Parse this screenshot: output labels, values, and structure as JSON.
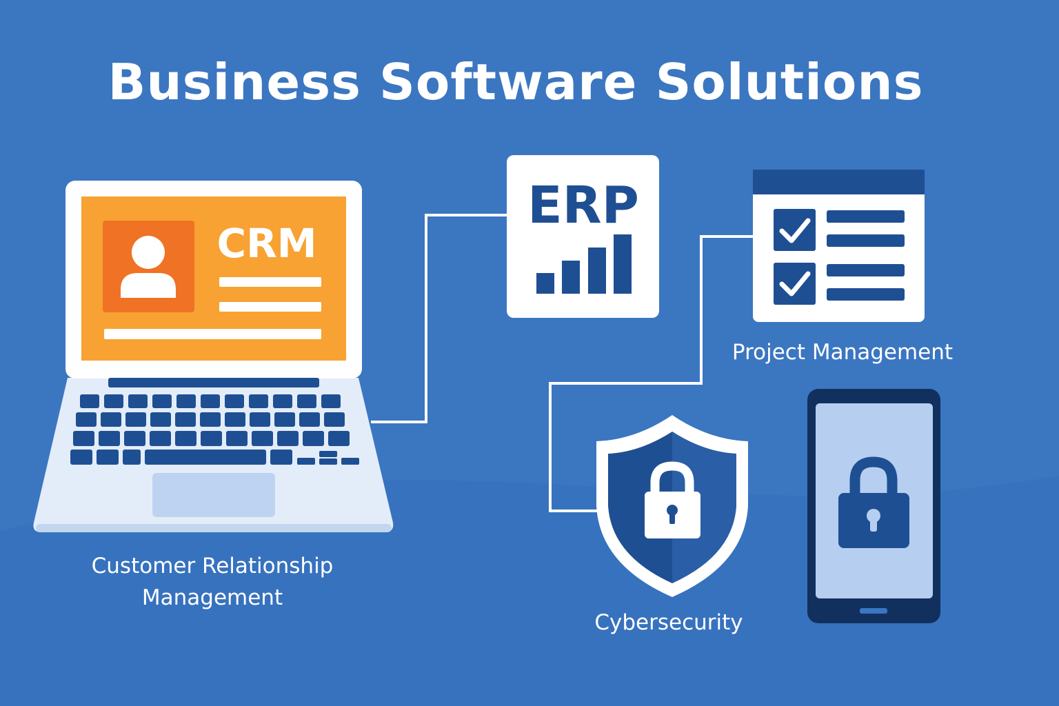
{
  "title": "Business Software Solutions",
  "crm": {
    "screen_label": "CRM",
    "caption_line1": "Customer Relationship",
    "caption_line2": "Management"
  },
  "erp": {
    "label": "ERP"
  },
  "project_management": {
    "caption": "Project Management"
  },
  "cybersecurity": {
    "caption": "Cybersecurity"
  },
  "colors": {
    "background": "#3b76c1",
    "navy": "#1f4f93",
    "orange": "#f7a233",
    "orange_dark": "#f07224",
    "white": "#ffffff",
    "light_blue": "#b6cff0"
  },
  "icons": [
    "laptop-icon",
    "user-icon",
    "bar-chart-icon",
    "checklist-icon",
    "checkmark-icon",
    "shield-icon",
    "padlock-icon",
    "smartphone-icon"
  ]
}
